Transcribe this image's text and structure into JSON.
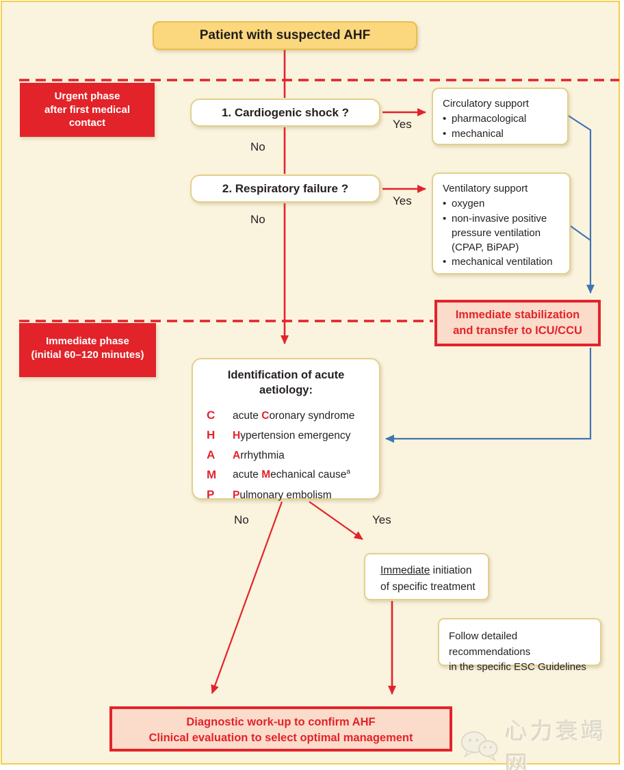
{
  "flow": {
    "start": "Patient with suspected AHF",
    "phase_urgent": [
      "Urgent phase",
      "after first medical",
      "contact"
    ],
    "phase_immediate": [
      "Immediate phase",
      "(initial 60–120 minutes)"
    ],
    "q1": "1. Cardiogenic shock ?",
    "q2": "2. Respiratory failure ?",
    "yes": "Yes",
    "no": "No",
    "circulatory": {
      "title": "Circulatory support",
      "items": [
        "pharmacological",
        "mechanical"
      ]
    },
    "ventilatory": {
      "title": "Ventilatory support",
      "items": [
        "oxygen",
        "non-invasive positive pressure ventilation (CPAP, BiPAP)",
        "mechanical ventilation"
      ]
    },
    "stabilization": [
      "Immediate stabilization",
      "and transfer to ICU/CCU"
    ],
    "champ": {
      "title": [
        "Identification of acute",
        "aetiology:"
      ],
      "rows": [
        {
          "letter": "C",
          "pre": "acute ",
          "cap": "C",
          "rest": "oronary syndrome",
          "sup": ""
        },
        {
          "letter": "H",
          "pre": "",
          "cap": "H",
          "rest": "ypertension emergency",
          "sup": ""
        },
        {
          "letter": "A",
          "pre": "",
          "cap": "A",
          "rest": "rrhythmia",
          "sup": ""
        },
        {
          "letter": "M",
          "pre": "acute ",
          "cap": "M",
          "rest": "echanical cause",
          "sup": "a"
        },
        {
          "letter": "P",
          "pre": "",
          "cap": "P",
          "rest": "ulmonary embolism",
          "sup": ""
        }
      ]
    },
    "initiation": {
      "underlined": "Immediate",
      "rest": " initiation",
      "line2": "of specific treatment"
    },
    "esc": [
      "Follow detailed recommendations",
      "in the specific ESC Guidelines"
    ],
    "final": [
      "Diagnostic work-up to confirm AHF",
      "Clinical evaluation to select optimal management"
    ]
  },
  "watermark": {
    "text": "心力衰竭网"
  },
  "colors": {
    "background": "#FAF3DE",
    "page_border": "#F2CE4E",
    "red": "#E2232A",
    "blue": "#3F75B3",
    "start_fill": "#FBD87E",
    "start_border": "#E9BD4E",
    "node_border": "#E2D08D",
    "alert_fill": "#FBDBCA",
    "text": "#262120"
  }
}
